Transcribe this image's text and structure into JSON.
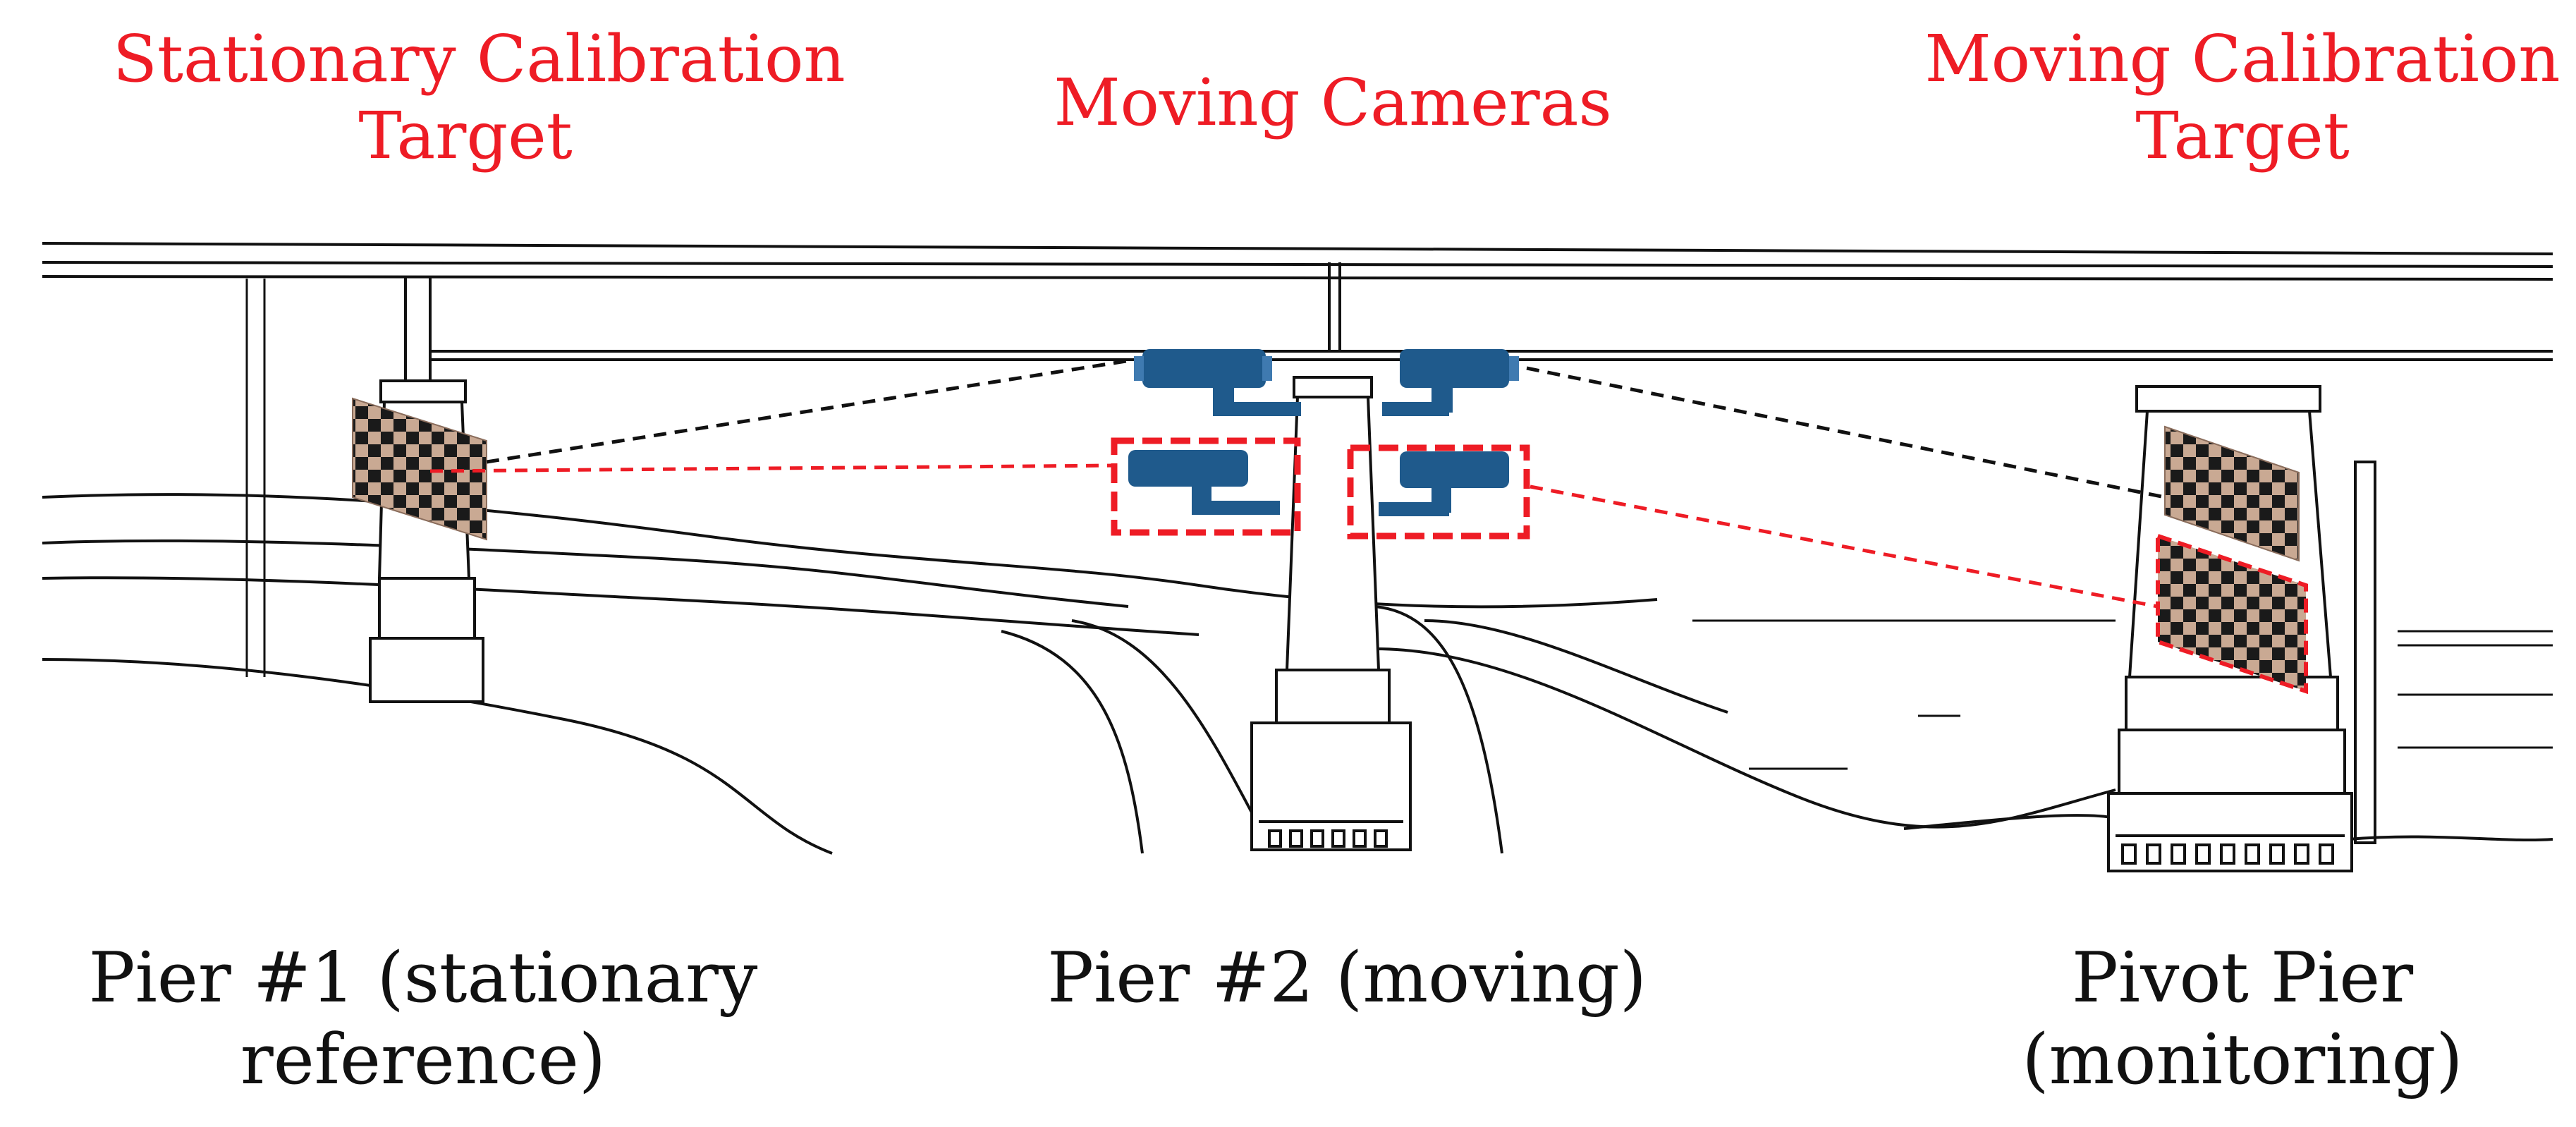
{
  "labels": {
    "stationary_target_line1": "Stationary Calibration",
    "stationary_target_line2": "Target",
    "moving_cameras": "Moving Cameras",
    "moving_target_line1": "Moving Calibration",
    "moving_target_line2": "Target",
    "pier1_line1": "Pier #1 (stationary",
    "pier1_line2": "reference)",
    "pier2": "Pier #2 (moving)",
    "pivot_line1": "Pivot Pier",
    "pivot_line2": "(monitoring)"
  },
  "colors": {
    "annotation_red": "#ee1c25",
    "camera_blue": "#1f5a8c",
    "target_tan": "#c8a88f",
    "line_black": "#111111"
  },
  "icons": [
    "camera-icon",
    "checkerboard-target-icon"
  ]
}
